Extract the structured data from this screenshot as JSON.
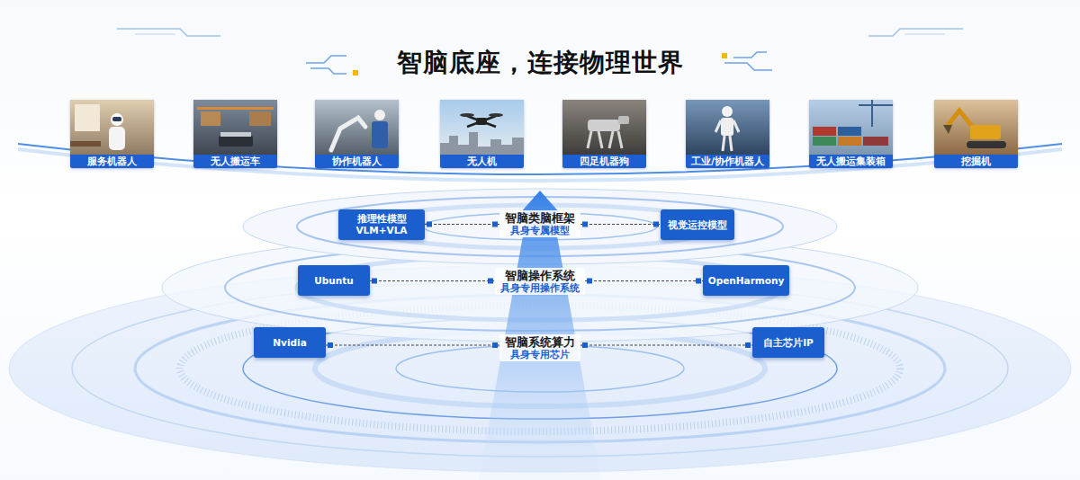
{
  "diagram": {
    "title": "智脑底座，连接物理世界",
    "nodes": [
      {
        "text": [
          "服务机器人"
        ]
      },
      {
        "text": [
          "无人搬运车"
        ]
      },
      {
        "text": [
          "协作机器人"
        ]
      },
      {
        "text": [
          "无人机"
        ]
      },
      {
        "text": [
          "四足机器狗"
        ]
      },
      {
        "text": [
          "工业/协作机器人"
        ]
      },
      {
        "text": [
          "无人搬运集装箱"
        ]
      },
      {
        "text": [
          "挖掘机"
        ]
      },
      {
        "text": [
          "推理性模型 VLM+VLA"
        ]
      },
      {
        "text": [
          "智脑类脑框架",
          "具身专属模型"
        ]
      },
      {
        "text": [
          "视觉运控模型"
        ]
      },
      {
        "text": [
          "Ubuntu"
        ]
      },
      {
        "text": [
          "智脑操作系统",
          "具身专用操作系统"
        ]
      },
      {
        "text": [
          "OpenHarmony"
        ]
      },
      {
        "text": [
          "Nvidia"
        ]
      },
      {
        "text": [
          "智脑系统算力",
          "具身专用芯片"
        ]
      },
      {
        "text": [
          "自主芯片IP"
        ]
      }
    ],
    "edges": [
      {
        "from": 8,
        "to": 9,
        "arrow": "none"
      },
      {
        "from": 9,
        "to": 10,
        "arrow": "none"
      },
      {
        "from": 11,
        "to": 12,
        "arrow": "none"
      },
      {
        "from": 12,
        "to": 13,
        "arrow": "none"
      },
      {
        "from": 14,
        "to": 15,
        "arrow": "none"
      },
      {
        "from": 15,
        "to": 16,
        "arrow": "none"
      }
    ]
  }
}
